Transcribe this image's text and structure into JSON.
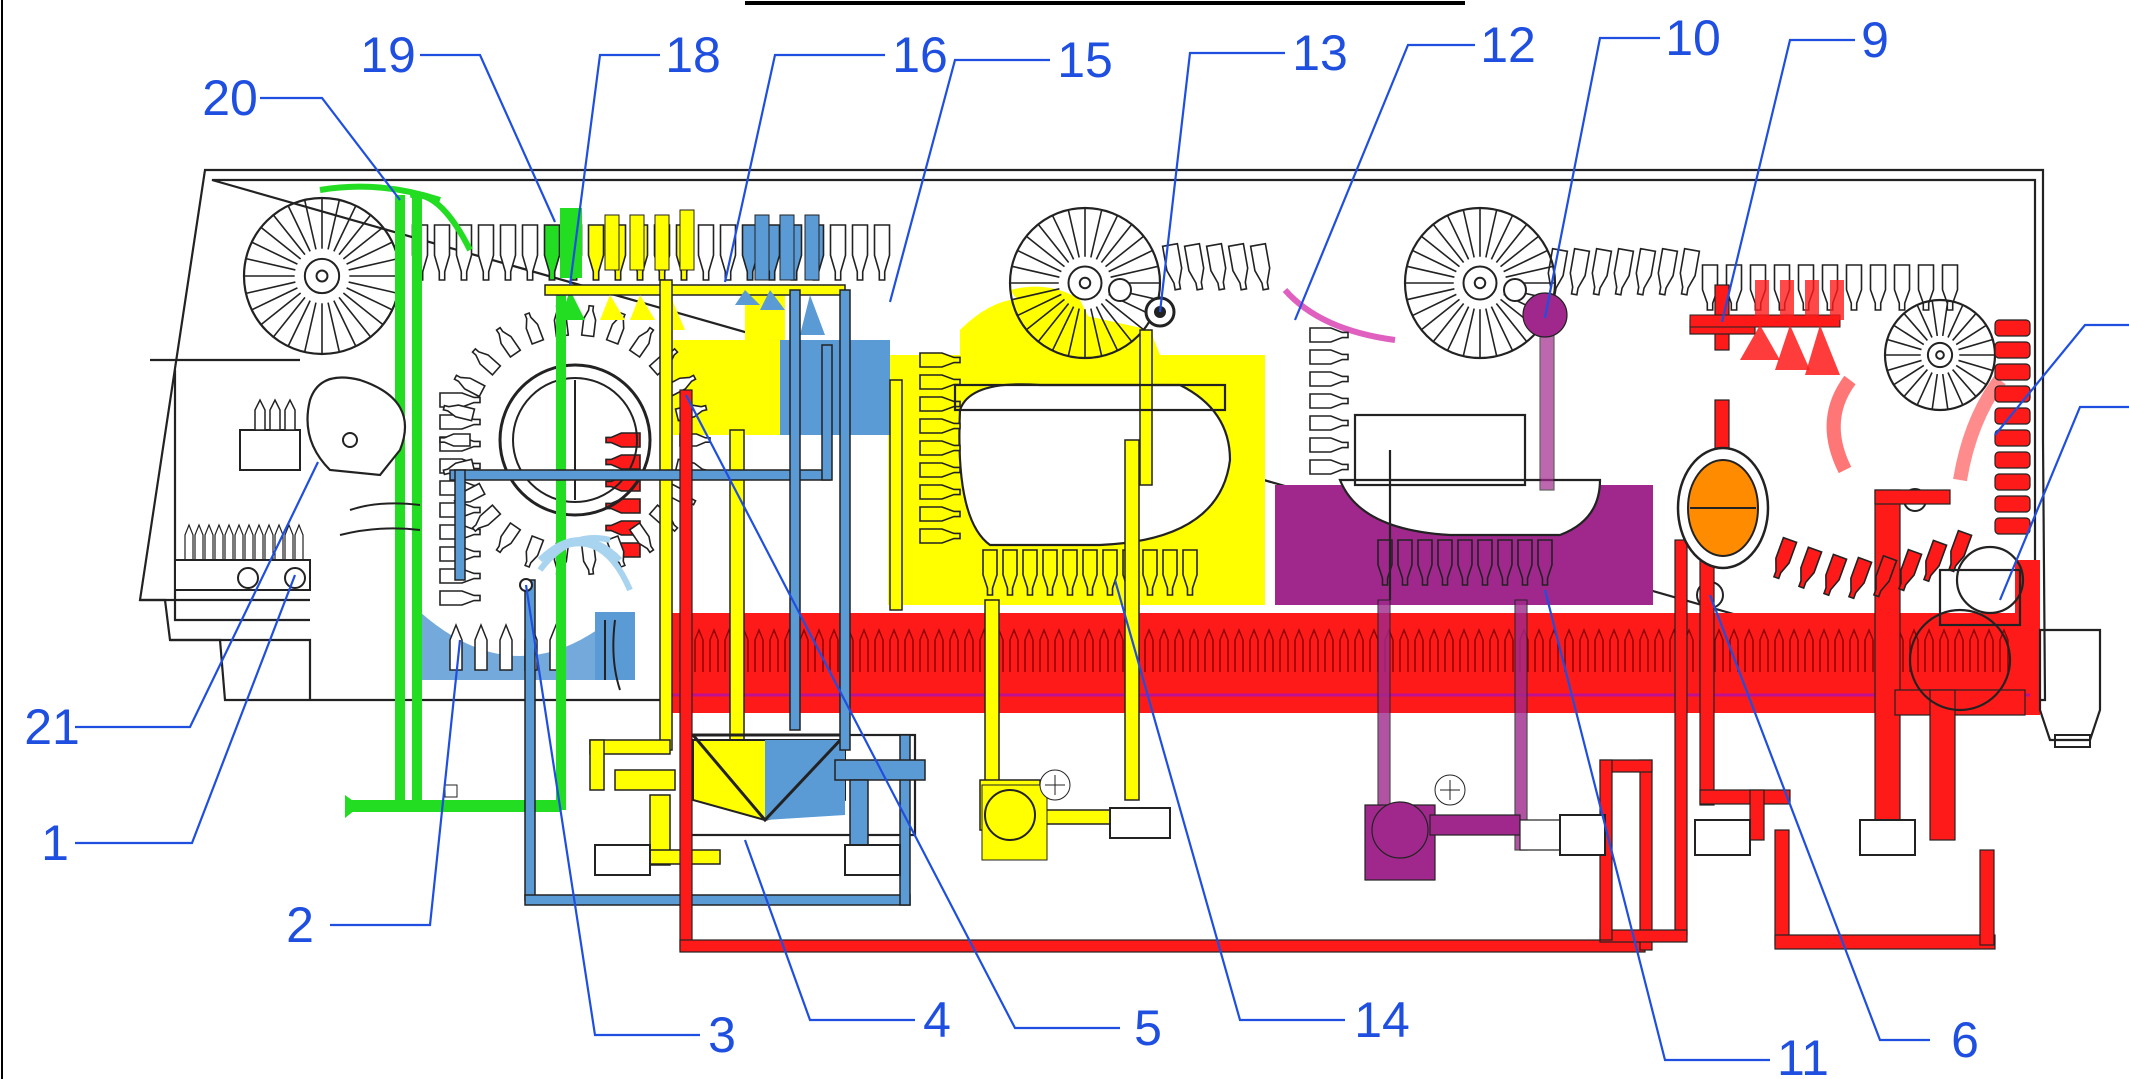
{
  "colors": {
    "callout": "#1f4fe0",
    "red": "#ff1a1a",
    "yellow": "#ffff00",
    "blue": "#5b9bd5",
    "green": "#22dd22",
    "magenta": "#a0288c",
    "magentaLight": "#d9a4cf",
    "orange": "#ff8c00",
    "lightBlue": "#a8d4f0",
    "outline": "#222222"
  },
  "callouts": [
    {
      "id": "c1",
      "text": "1"
    },
    {
      "id": "c2",
      "text": "2"
    },
    {
      "id": "c3",
      "text": "3"
    },
    {
      "id": "c4",
      "text": "4"
    },
    {
      "id": "c5",
      "text": "5"
    },
    {
      "id": "c6",
      "text": "6"
    },
    {
      "id": "c9",
      "text": "9"
    },
    {
      "id": "c10",
      "text": "10"
    },
    {
      "id": "c11",
      "text": "11"
    },
    {
      "id": "c12",
      "text": "12"
    },
    {
      "id": "c13",
      "text": "13"
    },
    {
      "id": "c14",
      "text": "14"
    },
    {
      "id": "c15",
      "text": "15"
    },
    {
      "id": "c16",
      "text": "16"
    },
    {
      "id": "c18",
      "text": "18"
    },
    {
      "id": "c19",
      "text": "19"
    },
    {
      "id": "c20",
      "text": "20"
    },
    {
      "id": "c21",
      "text": "21"
    }
  ]
}
